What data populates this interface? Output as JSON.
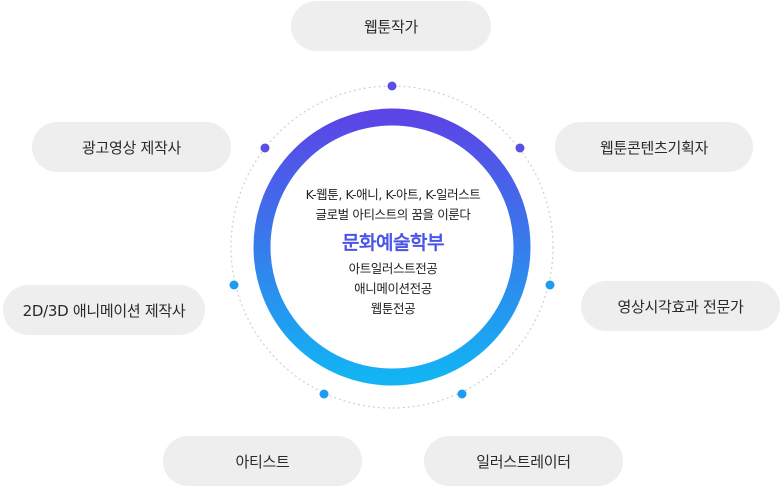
{
  "center": {
    "line1": "K-웹툰, K-애니, K-아트, K-일러스트",
    "line2": "글로벌 아티스트의 꿈을 이룬다",
    "title": "문화예술학부",
    "majors": [
      "아트일러스트전공",
      "애니메이션전공",
      "웹툰전공"
    ]
  },
  "careers": [
    "웹툰작가",
    "웹툰콘텐츠기획자",
    "영상시각효과 전문가",
    "일러스트레이터",
    "아티스트",
    "2D/3D 애니메이션 제작사",
    "광고영상 제작사"
  ],
  "colors": {
    "ring_top": "#5b45e6",
    "ring_bottom": "#12b4f3",
    "title": "#4b54e8",
    "pill_bg": "#eeeeef",
    "dot_purple": "#5a4ee3",
    "dot_blue": "#1e9cf0"
  }
}
